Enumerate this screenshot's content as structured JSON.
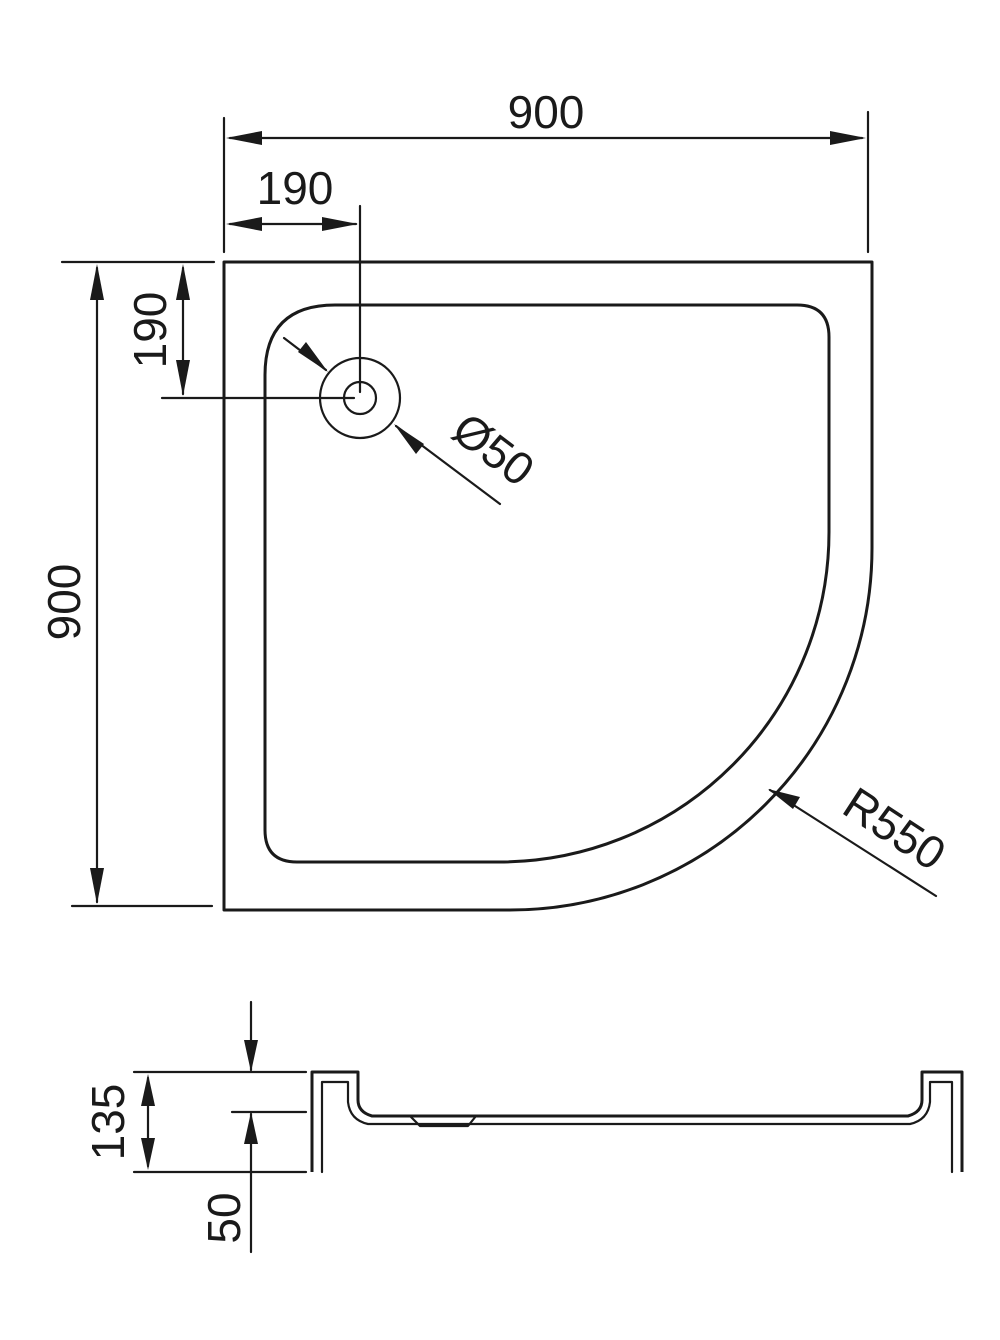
{
  "plan_view": {
    "overall_width": "900",
    "drain_offset_x": "190",
    "drain_offset_y": "190",
    "overall_depth": "900",
    "drain_diameter": "Ø50",
    "curve_radius": "R550"
  },
  "section_view": {
    "total_height": "135",
    "drain_height": "50"
  },
  "colors": {
    "line": "#1a1a1a",
    "background": "#ffffff"
  }
}
